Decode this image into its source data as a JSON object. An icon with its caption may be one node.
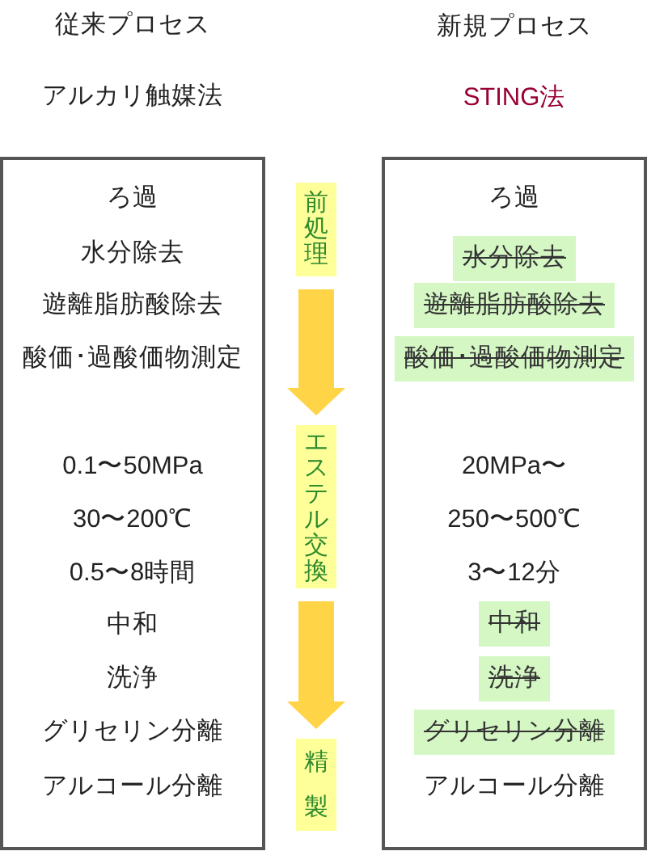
{
  "diagram": {
    "nodes": [
      {
        "text": [
          "従来プロセス",
          "アルカリ触媒法",
          "ろ過",
          "水分除去",
          "遊離脂肪酸除去",
          "酸価･過酸価物測定",
          "0.1〜50MPa",
          "30〜200℃",
          "0.5〜8時間",
          "中和",
          "洗浄",
          "グリセリン分離",
          "アルコール分離"
        ]
      },
      {
        "text": [
          "前処理"
        ]
      },
      {
        "text": [
          "エステル交換"
        ]
      },
      {
        "text": [
          "精製"
        ]
      },
      {
        "text": [
          "新規プロセス",
          "STING法",
          "ろ過",
          "20MPa〜",
          "250〜500℃",
          "3〜12分",
          "アルコール分離"
        ]
      },
      {
        "text": [
          "水分除去"
        ],
        "in": 4
      },
      {
        "text": [
          "遊離脂肪酸除去"
        ],
        "in": 4
      },
      {
        "text": [
          "酸価･過酸価物測定"
        ],
        "in": 4
      },
      {
        "text": [
          "中和"
        ],
        "in": 4
      },
      {
        "text": [
          "洗浄"
        ],
        "in": 4
      },
      {
        "text": [
          "グリセリン分離"
        ],
        "in": 4
      }
    ],
    "edges": [
      {
        "from": 1,
        "to": 2,
        "arrow": "to"
      },
      {
        "from": 2,
        "to": 3,
        "arrow": "to"
      }
    ]
  }
}
